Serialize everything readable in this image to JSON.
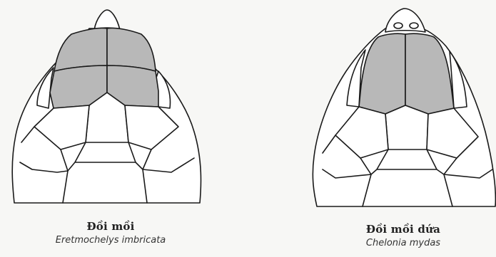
{
  "figures": [
    {
      "common_name": "Đồi mồi",
      "scientific_name": "Eretmochelys imbricata"
    },
    {
      "common_name": "Đồi mồi dứa",
      "scientific_name": "Chelonia mydas"
    }
  ],
  "colors": {
    "background": "#f7f7f5",
    "prefrontal_fill": "#b8b8b8",
    "outline": "#1a1a1a"
  }
}
